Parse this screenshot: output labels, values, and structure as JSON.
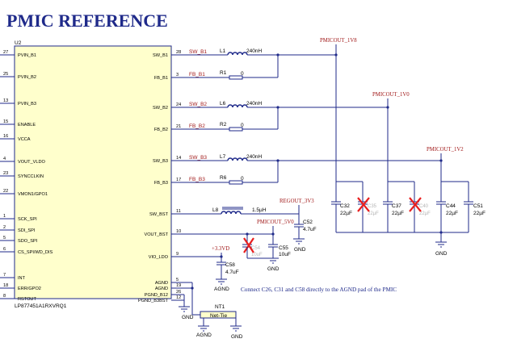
{
  "title": "PMIC REFERENCE",
  "ic": {
    "refdes": "U2",
    "part": "LP877451A1RXVRQ1",
    "left_pins": [
      {
        "num": "27",
        "name": "PVIN_B1"
      },
      {
        "num": "25",
        "name": "PVIN_B2"
      },
      {
        "num": "13",
        "name": "PVIN_B3"
      },
      {
        "num": "15",
        "name": "ENABLE"
      },
      {
        "num": "16",
        "name": "VCCA"
      },
      {
        "num": "4",
        "name": "VOUT_VLDO"
      },
      {
        "num": "23",
        "name": "SYNCCLKIN"
      },
      {
        "num": "22",
        "name": "VMON1/GPO1"
      },
      {
        "num": "1",
        "name": "SCK_SPI"
      },
      {
        "num": "2",
        "name": "SDI_SPI"
      },
      {
        "num": "5",
        "name": "SDO_SPI"
      },
      {
        "num": "6",
        "name": "CS_SPI/WD_DIS"
      },
      {
        "num": "7",
        "name": "INT"
      },
      {
        "num": "18",
        "name": "ERR/GPO2"
      },
      {
        "num": "8",
        "name": "RSTOUT"
      }
    ],
    "right_pins": [
      {
        "num": "28",
        "name": "SW_B1"
      },
      {
        "num": "3",
        "name": "FB_B1"
      },
      {
        "num": "24",
        "name": "SW_B2"
      },
      {
        "num": "21",
        "name": "FB_B2"
      },
      {
        "num": "14",
        "name": "SW_B3"
      },
      {
        "num": "17",
        "name": "FB_B3"
      },
      {
        "num": "11",
        "name": "SW_BST"
      },
      {
        "num": "10",
        "name": "VOUT_BST"
      },
      {
        "num": "9",
        "name": "VIO_LDO"
      },
      {
        "num": "",
        "name": "AGND"
      },
      {
        "num": "",
        "name": "AGND"
      },
      {
        "num": "",
        "name": "PGND_B12"
      },
      {
        "num": "",
        "name": "PGND_B3BST"
      }
    ],
    "agnd_pin_nums": [
      "5",
      "19"
    ],
    "pgnd_pin_nums": [
      "26",
      "12"
    ]
  },
  "nets": {
    "sw_b1": "SW_B1",
    "fb_b1": "FB_B1",
    "sw_b2": "SW_B2",
    "fb_b2": "FB_B2",
    "sw_b3": "SW_B3",
    "fb_b3": "FB_B3",
    "pmicout_1v8": "PMICOUT_1V8",
    "pmicout_1v0": "PMICOUT_1V0",
    "pmicout_1v2": "PMICOUT_1V2",
    "regout_3v3": "REGOUT_3V3",
    "pmicout_5v0": "PMICOUT_5V0",
    "plus_3v3d": "+3.3VD"
  },
  "parts": {
    "l1": {
      "ref": "L1",
      "val": "240nH"
    },
    "l6": {
      "ref": "L6",
      "val": "240nH"
    },
    "l7": {
      "ref": "L7",
      "val": "240nH"
    },
    "l8": {
      "ref": "L8",
      "val": "1.5µH"
    },
    "r1": {
      "ref": "R1",
      "val": "0"
    },
    "r2": {
      "ref": "R2",
      "val": "0"
    },
    "r6": {
      "ref": "R6",
      "val": "0"
    },
    "c32": {
      "ref": "C32",
      "val": "22µF"
    },
    "c35": {
      "ref": "C35",
      "val": "22µF"
    },
    "c37": {
      "ref": "C37",
      "val": "22µF"
    },
    "c40": {
      "ref": "C40",
      "val": "22µF"
    },
    "c44": {
      "ref": "C44",
      "val": "22µF"
    },
    "c51": {
      "ref": "C51",
      "val": "22µF"
    },
    "c52": {
      "ref": "C52",
      "val": "4.7uF"
    },
    "c54": {
      "ref": "C54",
      "val": "10uF"
    },
    "c55": {
      "ref": "C55",
      "val": "10uF"
    },
    "c58": {
      "ref": "C58",
      "val": "4.7uF"
    },
    "nt1": {
      "ref": "NT1",
      "val": "Net-Tie"
    }
  },
  "gnd_label": "GND",
  "agnd_label": "AGND",
  "note": "Connect C26, C31 and C58 directly to the AGND pad of the PMIC",
  "removed_markers": [
    "C35",
    "C40",
    "C54"
  ],
  "colors": {
    "wire": "#1f2a8a",
    "ic_fill": "#ffffcc",
    "net_label": "#a01818",
    "remove_mark": "#e81e1e",
    "title": "#1f2a8a"
  }
}
